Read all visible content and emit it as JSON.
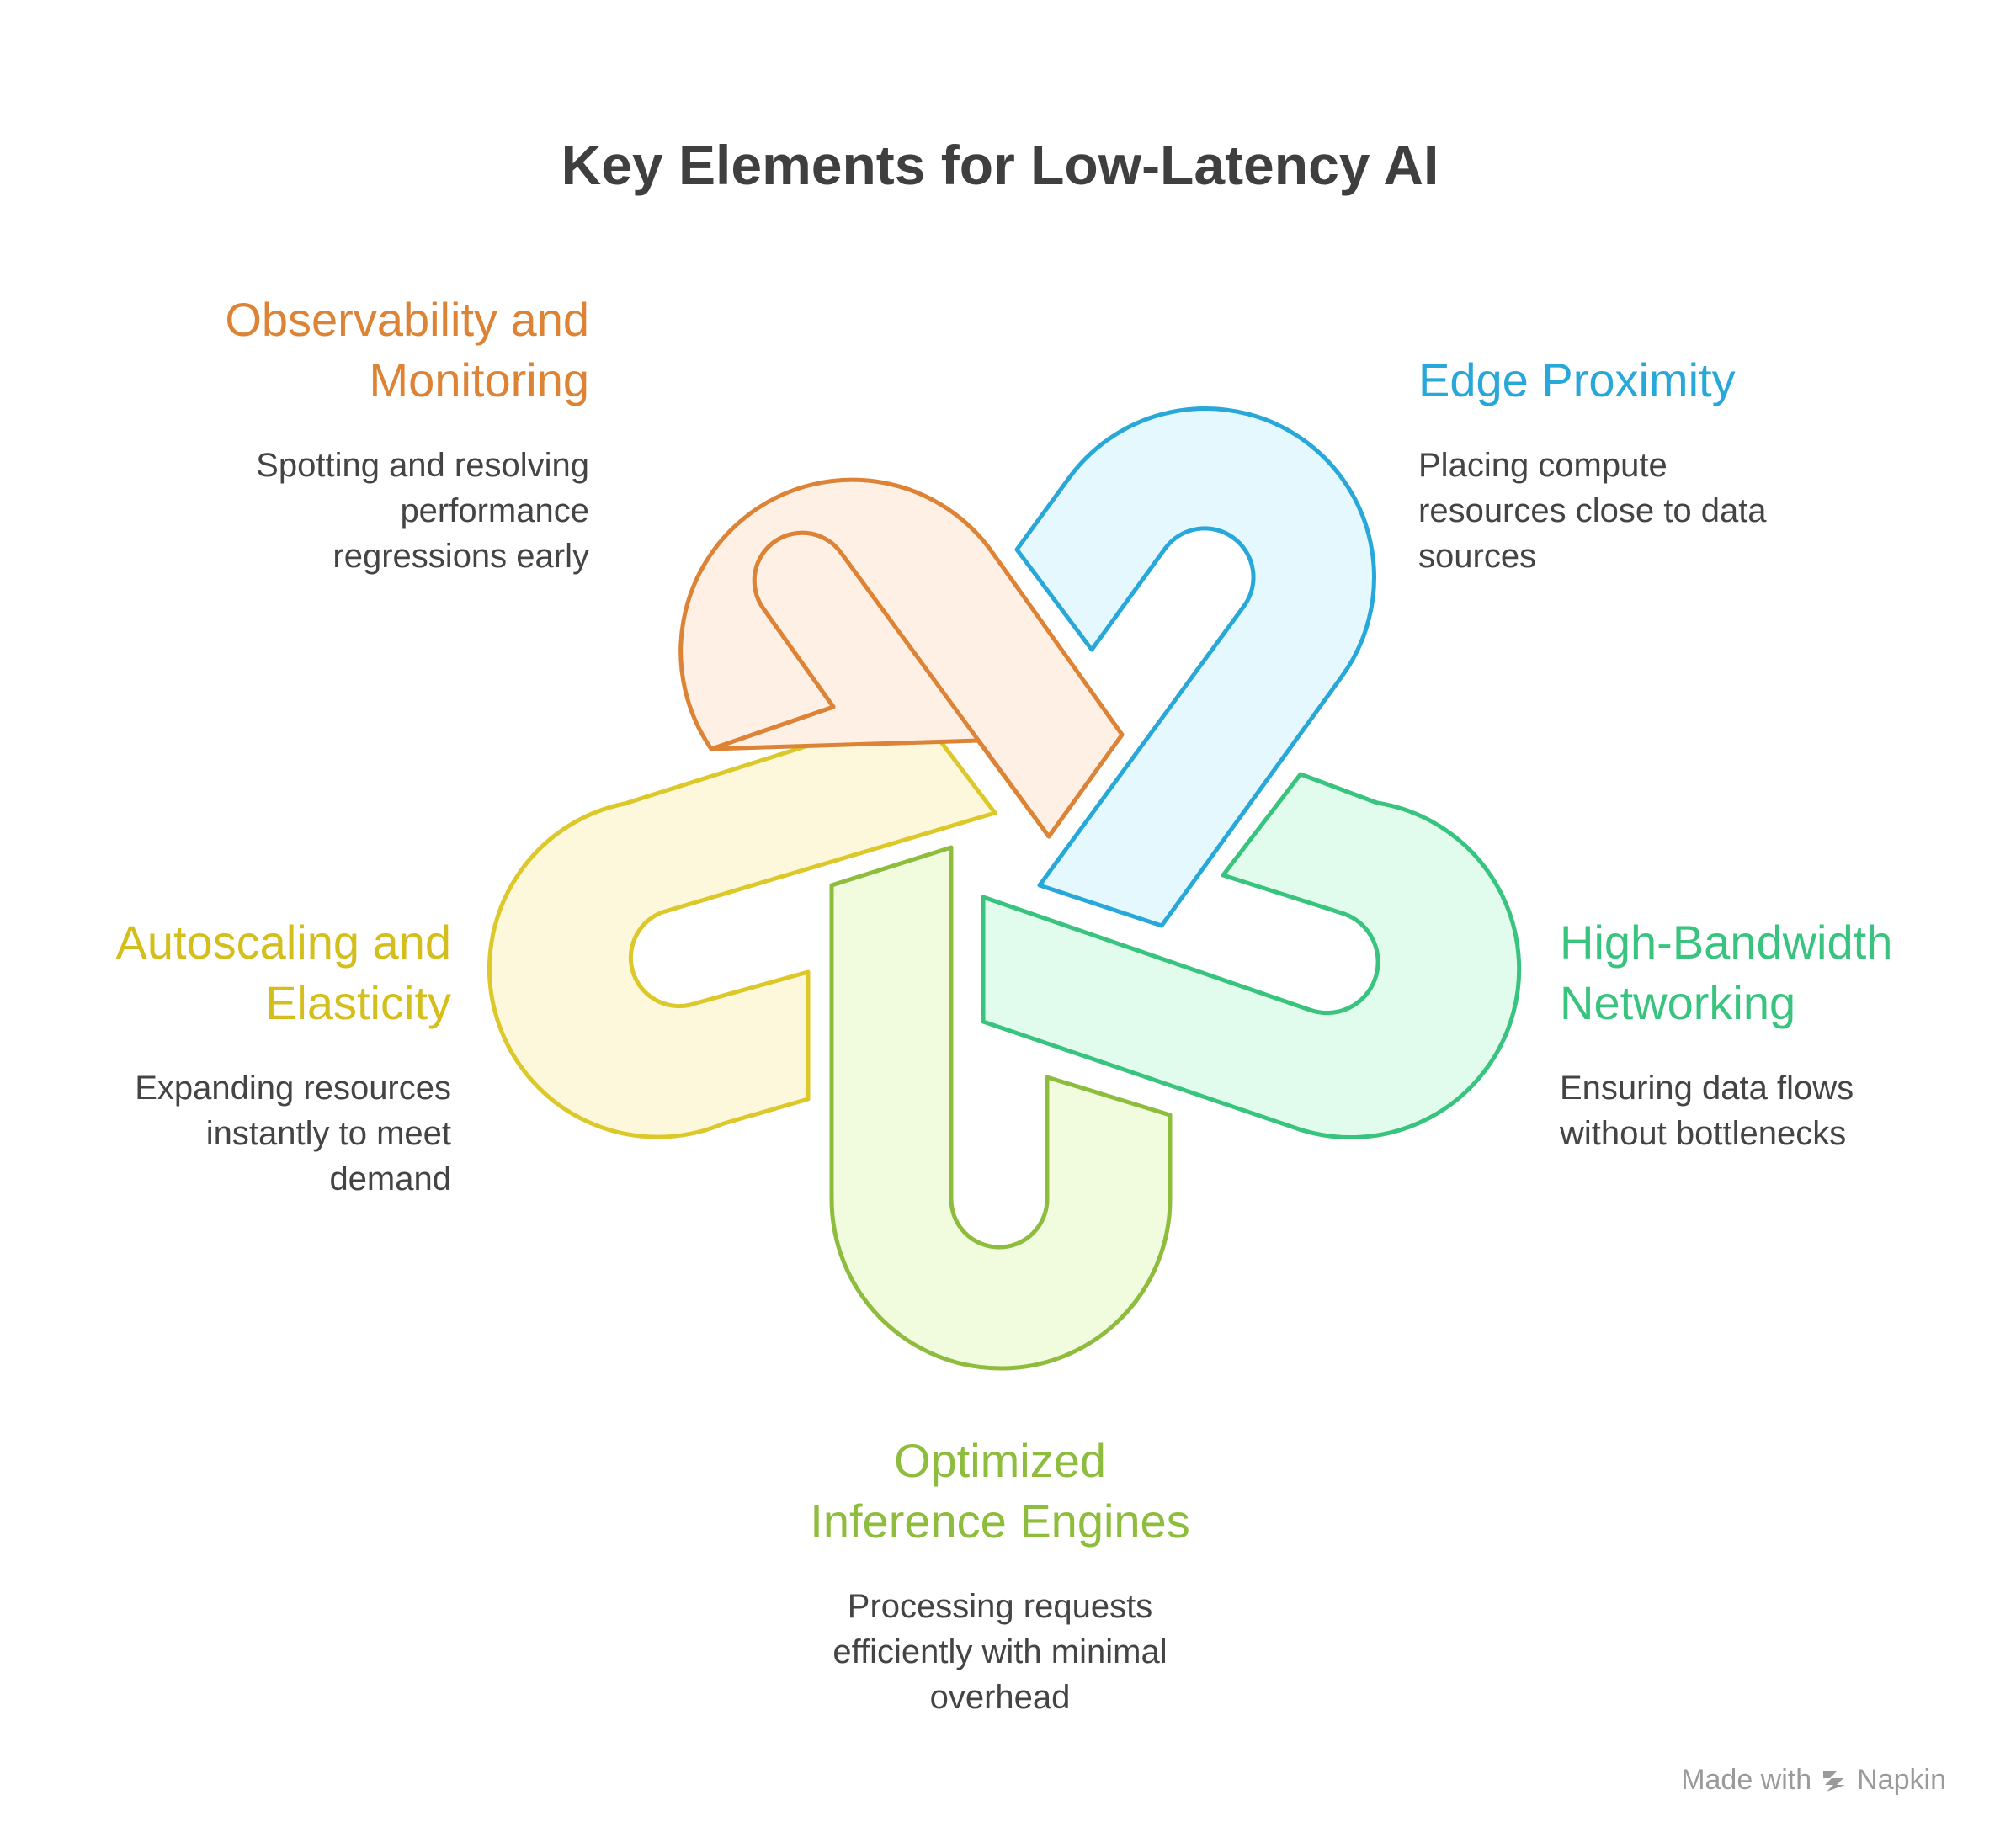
{
  "title": "Key Elements for Low-Latency AI",
  "colors": {
    "observability": "#dc8336",
    "edge": "#28a8d8",
    "autoscaling": "#dcc828",
    "bandwidth": "#38c47e",
    "inference": "#8ebc3c"
  },
  "elements": {
    "observability": {
      "title_line1": "Observability and",
      "title_line2": "Monitoring",
      "desc_line1": "Spotting and resolving",
      "desc_line2": "performance",
      "desc_line3": "regressions early"
    },
    "edge": {
      "title_line1": "Edge Proximity",
      "desc_line1": "Placing compute",
      "desc_line2": "resources close to data",
      "desc_line3": "sources"
    },
    "autoscaling": {
      "title_line1": "Autoscaling and",
      "title_line2": "Elasticity",
      "desc_line1": "Expanding resources",
      "desc_line2": "instantly to meet",
      "desc_line3": "demand"
    },
    "bandwidth": {
      "title_line1": "High-Bandwidth",
      "title_line2": "Networking",
      "desc_line1": "Ensuring data flows",
      "desc_line2": "without bottlenecks"
    },
    "inference": {
      "title_line1": "Optimized",
      "title_line2": "Inference Engines",
      "desc_line1": "Processing requests",
      "desc_line2": "efficiently with minimal",
      "desc_line3": "overhead"
    }
  },
  "watermark": {
    "prefix": "Made with",
    "brand": "Napkin",
    "icon": "napkin-logo-icon"
  }
}
